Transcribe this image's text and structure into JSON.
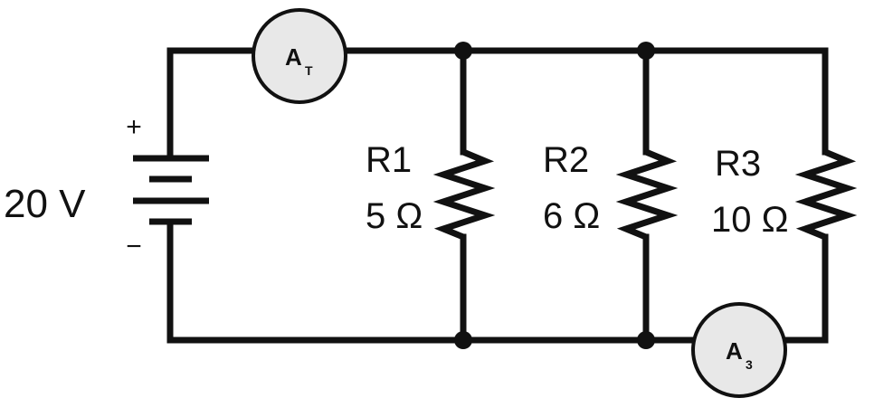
{
  "source": {
    "voltage_label": "20 V",
    "plus_sign": "+",
    "minus_sign": "−"
  },
  "resistors": [
    {
      "name": "R1",
      "value": "5 Ω"
    },
    {
      "name": "R2",
      "value": "6 Ω"
    },
    {
      "name": "R3",
      "value": "10 Ω"
    }
  ],
  "meters": [
    {
      "letter": "A",
      "subscript": "T"
    },
    {
      "letter": "A",
      "subscript": "3"
    }
  ],
  "colors": {
    "wire": "#111111",
    "meter_fill": "#e8e8e8",
    "background": "#ffffff"
  }
}
